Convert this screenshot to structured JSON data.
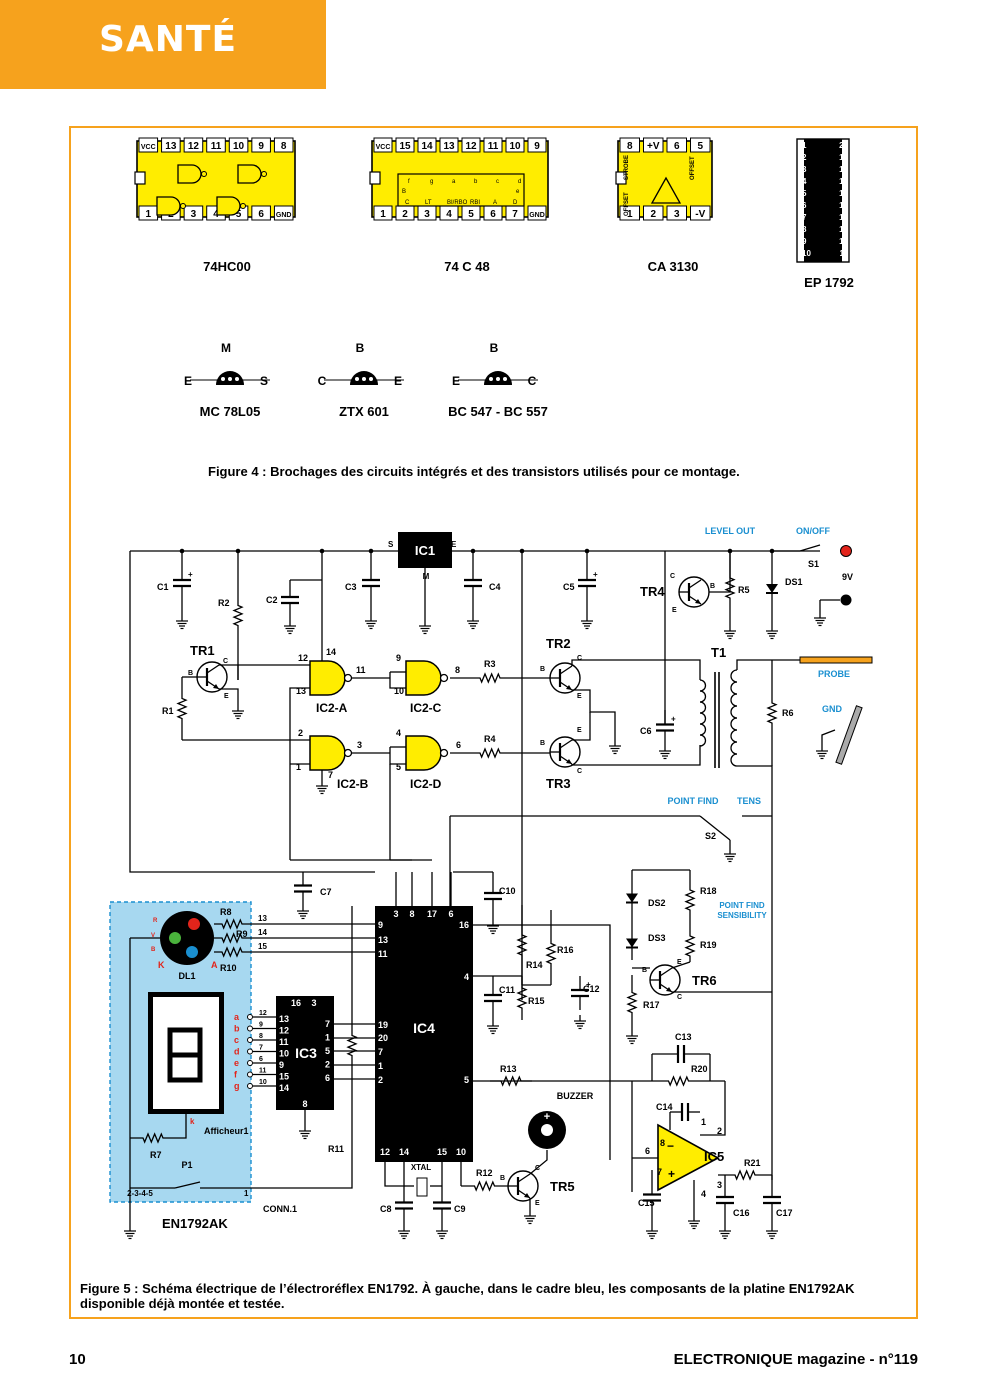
{
  "header": {
    "section": "SANTÉ"
  },
  "pinouts": {
    "ic1": {
      "name": "74HC00",
      "top_pins": [
        "VCC",
        "13",
        "12",
        "11",
        "10",
        "9",
        "8"
      ],
      "bottom_pins": [
        "1",
        "2",
        "3",
        "4",
        "5",
        "6",
        "GND"
      ]
    },
    "ic2": {
      "name": "74 C 48",
      "top_pins": [
        "VCC",
        "15",
        "14",
        "13",
        "12",
        "11",
        "10",
        "9"
      ],
      "bottom_pins": [
        "1",
        "2",
        "3",
        "4",
        "5",
        "6",
        "7",
        "GND"
      ],
      "inner_top": [
        "f",
        "g",
        "a",
        "b",
        "c",
        "d"
      ],
      "inner_bottom": [
        "C",
        "LT",
        "BI/RBO",
        "RBI",
        "A",
        "D"
      ],
      "inner_left": "B",
      "inner_right": "e"
    },
    "ic3": {
      "name": "CA 3130",
      "top_pins": [
        "8",
        "+V",
        "6",
        "5"
      ],
      "bottom_pins": [
        "1",
        "2",
        "3",
        "-V"
      ],
      "strobe": "STROBE",
      "offset": "OFFSET"
    },
    "ic4": {
      "name": "EP 1792",
      "left_pins": [
        "1",
        "2",
        "3",
        "4",
        "5",
        "6",
        "7",
        "8",
        "9",
        "10"
      ],
      "right_pins": [
        "20",
        "19",
        "18",
        "17",
        "16",
        "15",
        "14",
        "13",
        "12",
        "11"
      ]
    }
  },
  "transistors": [
    {
      "name": "MC 78L05",
      "top": "M",
      "left": "E",
      "right": "S"
    },
    {
      "name": "ZTX 601",
      "top": "B",
      "left": "C",
      "right": "E"
    },
    {
      "name": "BC 547 - BC 557",
      "top": "B",
      "left": "E",
      "right": "C"
    }
  ],
  "caption4": "Figure 4 : Brochages des  circuits intégrés et des transistors utilisés pour ce montage.",
  "schematic": {
    "ic_labels": {
      "ic1": "IC1",
      "ic2a": "IC2-A",
      "ic2b": "IC2-B",
      "ic2c": "IC2-C",
      "ic2d": "IC2-D",
      "ic3": "IC3",
      "ic4": "IC4",
      "ic5": "IC5"
    },
    "ic1_pins": {
      "s": "S",
      "e": "E",
      "m": "M"
    },
    "transistors": {
      "tr1": "TR1",
      "tr2": "TR2",
      "tr3": "TR3",
      "tr4": "TR4",
      "tr5": "TR5",
      "tr6": "TR6"
    },
    "terminals": {
      "b": "B",
      "c": "C",
      "e": "E"
    },
    "transformer": "T1",
    "caps": [
      "C1",
      "C2",
      "C3",
      "C4",
      "C5",
      "C6",
      "C7",
      "C8",
      "C9",
      "C10",
      "C11",
      "C12",
      "C13",
      "C14",
      "C15",
      "C16",
      "C17"
    ],
    "resistors": [
      "R1",
      "R2",
      "R3",
      "R4",
      "R5",
      "R6",
      "R7",
      "R8",
      "R9",
      "R10",
      "R11",
      "R12",
      "R13",
      "R14",
      "R15",
      "R16",
      "R17",
      "R18",
      "R19",
      "R20",
      "R21"
    ],
    "diodes": {
      "ds1": "DS1",
      "ds2": "DS2",
      "ds3": "DS3",
      "dl1": "DL1"
    },
    "switches": {
      "s1": "S1",
      "s2": "S2",
      "p1": "P1"
    },
    "labels": {
      "level_out": "LEVEL OUT",
      "on_off": "ON/OFF",
      "battery": "9V",
      "probe": "PROBE",
      "gnd": "GND",
      "point_find": "POINT FIND",
      "tens": "TENS",
      "sensibility": "POINT FIND SENSIBILITY",
      "buzzer": "BUZZER",
      "xtal": "XTAL",
      "display": "Afficheur1",
      "conn": "CONN.1",
      "board": "EN1792AK",
      "conn_pins": "2-3-4-5",
      "conn_pin1": "1",
      "led_k": "K",
      "led_a": "A",
      "led_r": "R",
      "led_v": "V",
      "led_b": "B",
      "seg_k": "k"
    },
    "pin_numbers": {
      "ic2a": [
        "12",
        "13",
        "14",
        "11"
      ],
      "ic2b": [
        "2",
        "1",
        "7",
        "3"
      ],
      "ic2c": [
        "9",
        "10",
        "8"
      ],
      "ic2d": [
        "4",
        "5",
        "6"
      ],
      "ic3_top": [
        "16",
        "3"
      ],
      "ic3_left": [
        "13",
        "12",
        "11",
        "10",
        "9",
        "15",
        "14"
      ],
      "ic3_right": [
        "7",
        "1",
        "5",
        "2",
        "6"
      ],
      "ic3_bottom": "8",
      "ic4_top": [
        "3",
        "8",
        "17",
        "6"
      ],
      "ic4_left": [
        "9",
        "13",
        "11",
        "19",
        "20",
        "7",
        "1",
        "2"
      ],
      "ic4_right": [
        "16",
        "4",
        "5"
      ],
      "ic4_bottom": [
        "12",
        "14",
        "15",
        "10"
      ],
      "ic5": [
        "2",
        "3",
        "4",
        "6",
        "7",
        "8",
        "1"
      ],
      "seg_letters": [
        "a",
        "b",
        "c",
        "d",
        "e",
        "f",
        "g"
      ],
      "seg_pins": [
        "12",
        "9",
        "8",
        "7",
        "6",
        "11",
        "10"
      ],
      "led_pins": [
        "13",
        "14",
        "15"
      ]
    }
  },
  "caption5": "Figure 5 : Schéma électrique de l’électroréflex EN1792. À gauche, dans le cadre bleu, les composants de la platine EN1792AK disponible déjà montée et testée.",
  "footer": {
    "page": "10",
    "magazine": "ELECTRONIQUE magazine - n°119"
  },
  "colors": {
    "accent": "#f6a21d",
    "chip_yellow": "#ffed00",
    "board_blue": "#a7d8f0",
    "label_blue": "#1a8fd0",
    "pin_red": "#e2241b",
    "plug_red": "#e2241b"
  }
}
